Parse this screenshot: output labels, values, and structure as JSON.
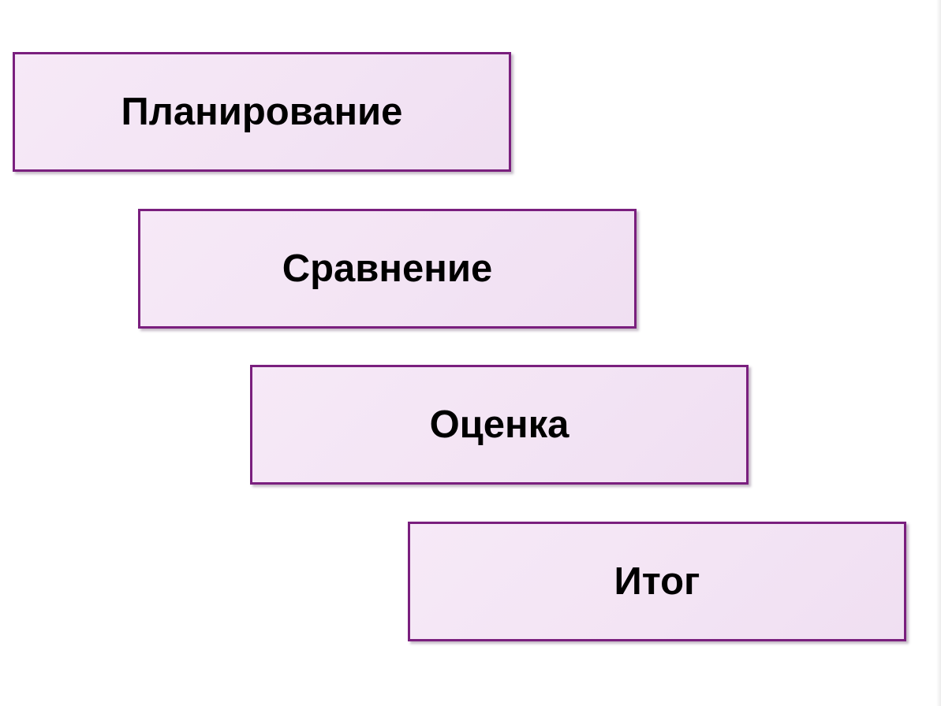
{
  "diagram": {
    "steps": [
      {
        "label": "Планирование"
      },
      {
        "label": "Сравнение"
      },
      {
        "label": "Оценка"
      },
      {
        "label": "Итог"
      }
    ],
    "colors": {
      "box_fill": "#f4e6f5",
      "box_border": "#7a1f7e",
      "text": "#000000",
      "background": "#ffffff"
    }
  }
}
